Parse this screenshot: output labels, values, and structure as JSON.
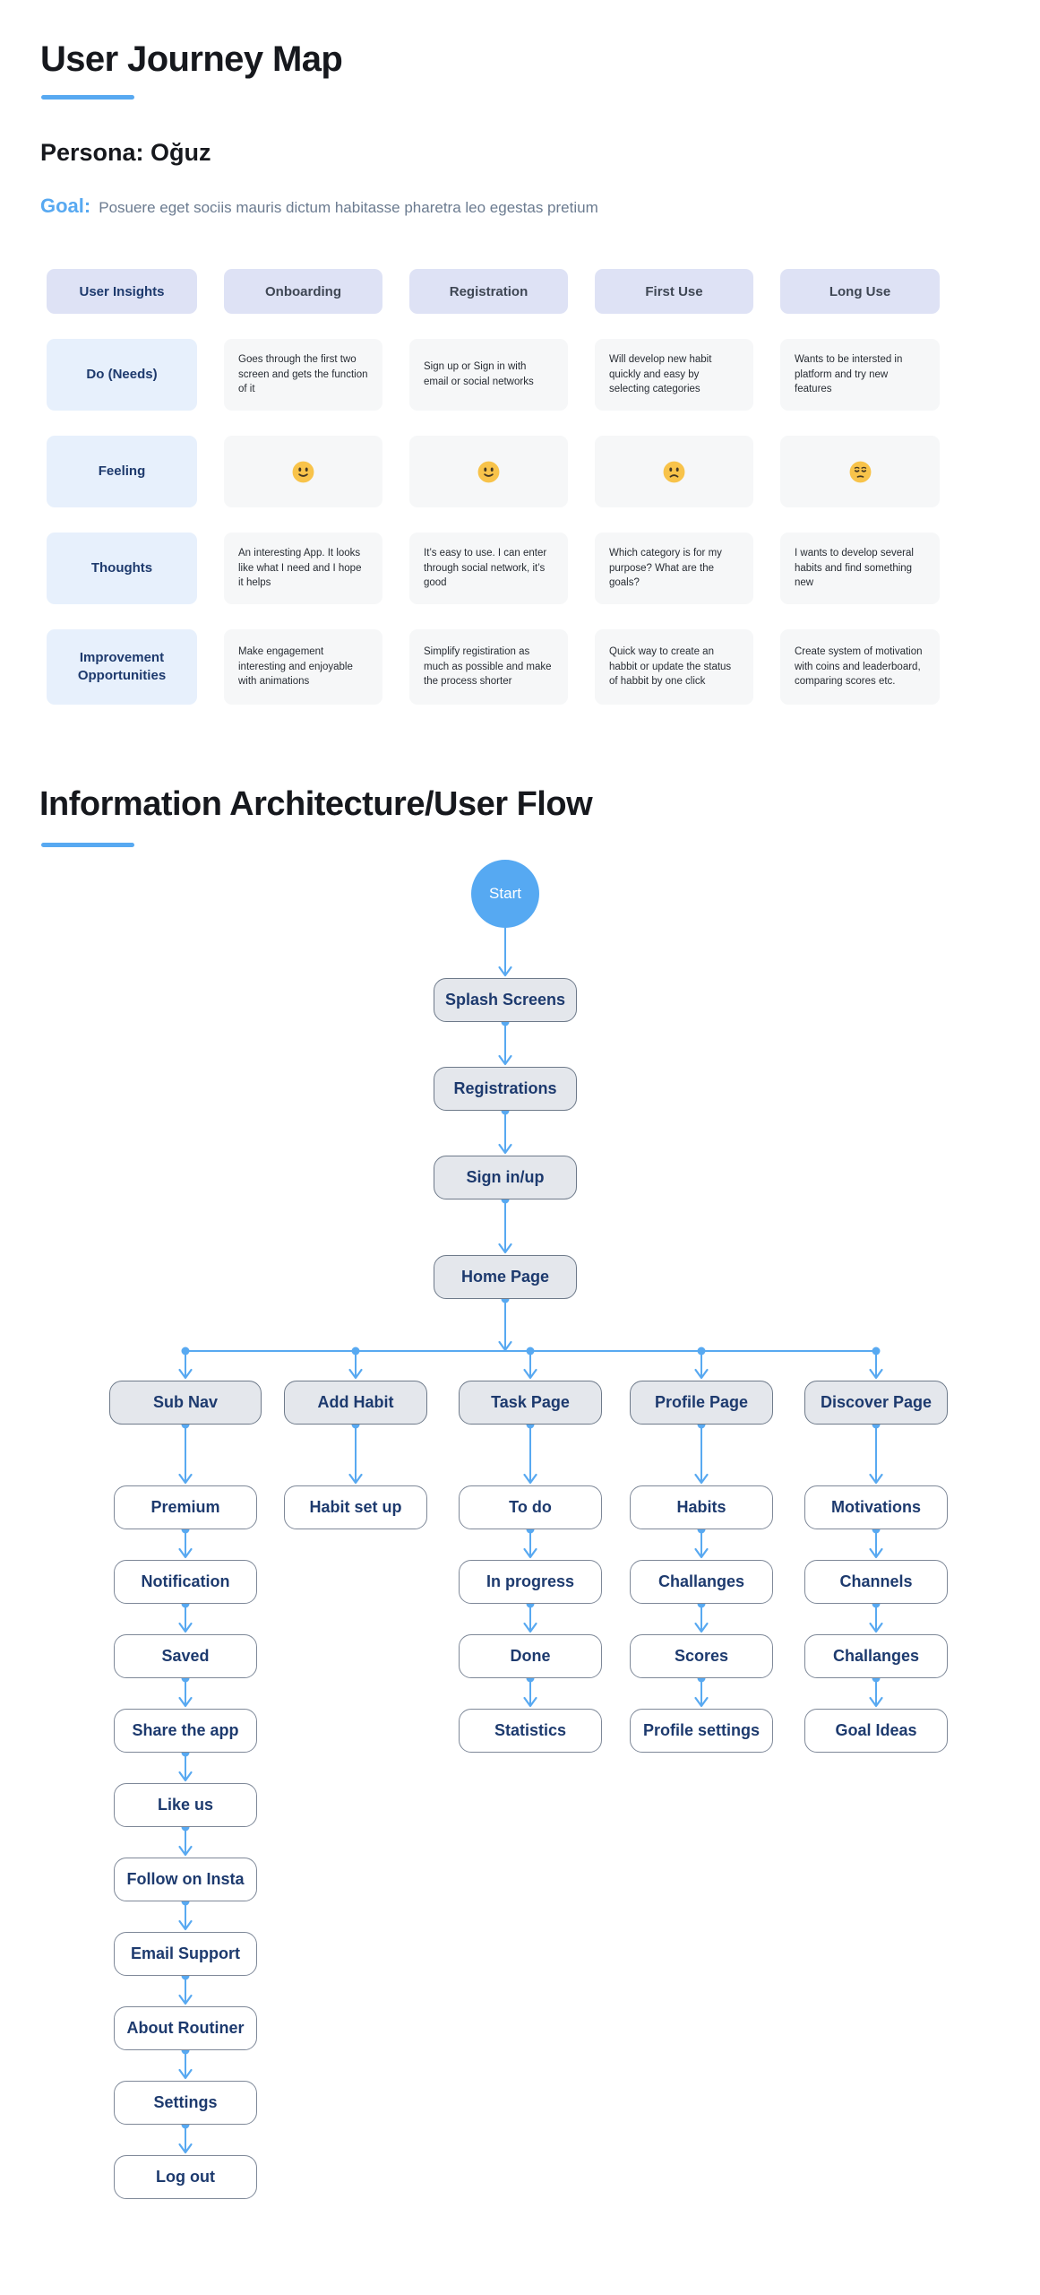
{
  "page": {
    "title": "User Journey Map",
    "persona": "Persona: Oğuz",
    "goal_label": "Goal:",
    "goal_text": "Posuere eget sociis mauris dictum habitasse pharetra leo egestas pretium",
    "section2_title": "Information Architecture/User Flow"
  },
  "colors": {
    "accent_blue": "#58a9f1",
    "navy_text": "#1d3a6e",
    "header_fill": "#dee2f5",
    "row_label_fill": "#e7f0fc",
    "cell_fill": "#f6f7f8",
    "node_gray_fill": "#e4e7ec",
    "node_border": "#6e7a8a",
    "emoji_yellow": "#f8c34a"
  },
  "journey": {
    "columns": [
      "User Insights",
      "Onboarding",
      "Registration",
      "First Use",
      "Long Use"
    ],
    "rows": [
      {
        "label": "Do (Needs)",
        "type": "text",
        "cells": [
          "Goes through the first two screen and gets the function of it",
          "Sign up or Sign in with email or social networks",
          "Will develop new habit quickly and easy by selecting categories",
          "Wants to be intersted in platform and try new features"
        ]
      },
      {
        "label": "Feeling",
        "type": "emoji",
        "cells": [
          "slightly-smiling",
          "slightly-smiling",
          "frowning",
          "pensive"
        ]
      },
      {
        "label": "Thoughts",
        "type": "text",
        "cells": [
          "An interesting App. It looks like what I need and I hope it helps",
          "It’s easy to use. I can enter through social network, it’s good",
          "Which category is for my purpose? What are the goals?",
          "I wants to develop several habits and find something new"
        ]
      },
      {
        "label": "Improvement Opportunities",
        "type": "text",
        "cells": [
          "Make engagement interesting and enjoyable with animations",
          "Simplify registiration as much as possible and make the process shorter",
          "Quick way to create an habbit or update the status of habbit by one click",
          "Create system of motivation with coins and leaderboard, comparing scores etc."
        ]
      }
    ]
  },
  "flow": {
    "start": "Start",
    "chain": [
      "Splash Screens",
      "Registrations",
      "Sign in/up",
      "Home Page"
    ],
    "branches": [
      {
        "label": "Sub Nav",
        "children": [
          "Premium",
          "Notification",
          "Saved",
          "Share the app",
          "Like us",
          "Follow on Insta",
          "Email Support",
          "About Routiner",
          "Settings",
          "Log out"
        ]
      },
      {
        "label": "Add Habit",
        "children": [
          "Habit set up"
        ]
      },
      {
        "label": "Task Page",
        "children": [
          "To do",
          "In progress",
          "Done",
          "Statistics"
        ]
      },
      {
        "label": "Profile Page",
        "children": [
          "Habits",
          "Challanges",
          "Scores",
          "Profile settings"
        ]
      },
      {
        "label": "Discover Page",
        "children": [
          "Motivations",
          "Channels",
          "Challanges",
          "Goal Ideas"
        ]
      }
    ]
  }
}
